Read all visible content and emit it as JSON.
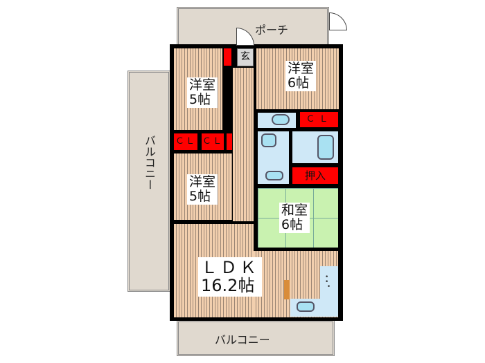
{
  "floor_plan": {
    "rooms": [
      {
        "id": "porch",
        "label": "ポーチ"
      },
      {
        "id": "entrance",
        "label": "玄"
      },
      {
        "id": "western_room_1",
        "label": "洋室",
        "size": "5帖"
      },
      {
        "id": "western_room_2",
        "label": "洋室",
        "size": "6帖"
      },
      {
        "id": "western_room_3",
        "label": "洋室",
        "size": "5帖"
      },
      {
        "id": "japanese_room",
        "label": "和室",
        "size": "6帖"
      },
      {
        "id": "ldk",
        "label": "ＬＤＫ",
        "size": "16.2帖"
      },
      {
        "id": "balcony_left",
        "label": "バルコニー"
      },
      {
        "id": "balcony_bottom",
        "label": "バルコニー"
      }
    ],
    "closets": [
      {
        "id": "cl_1",
        "label": "ＣＬ"
      },
      {
        "id": "cl_2",
        "label": "ＣＬ"
      },
      {
        "id": "cl_3",
        "label": "ＣＬ"
      },
      {
        "id": "oshiire",
        "label": "押入"
      }
    ],
    "colors": {
      "closet": "#ff0000",
      "floor_wood": "#f2cfae",
      "tatami": "#c9f2b0",
      "wet_area": "#cfe8f7",
      "balcony": "#e0d9cf",
      "wall": "#000000"
    }
  }
}
